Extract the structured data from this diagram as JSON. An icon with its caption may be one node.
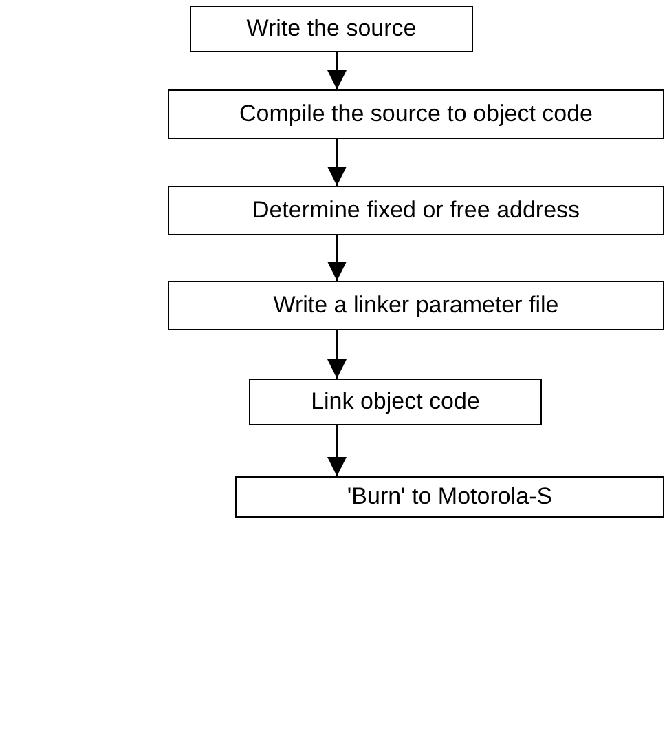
{
  "diagram": {
    "nodes": [
      {
        "text": [
          "Write the source"
        ]
      },
      {
        "text": [
          "Compile the source to object code"
        ]
      },
      {
        "text": [
          "Determine fixed or free address"
        ]
      },
      {
        "text": [
          "Write a linker parameter file"
        ]
      },
      {
        "text": [
          "Link object code"
        ]
      },
      {
        "text": [
          "'Burn' to Motorola-S"
        ]
      }
    ],
    "edges": [
      {
        "from": 0,
        "to": 1,
        "arrow": "to"
      },
      {
        "from": 1,
        "to": 2,
        "arrow": "to"
      },
      {
        "from": 2,
        "to": 3,
        "arrow": "to"
      },
      {
        "from": 3,
        "to": 4,
        "arrow": "to"
      },
      {
        "from": 4,
        "to": 5,
        "arrow": "to"
      }
    ]
  }
}
